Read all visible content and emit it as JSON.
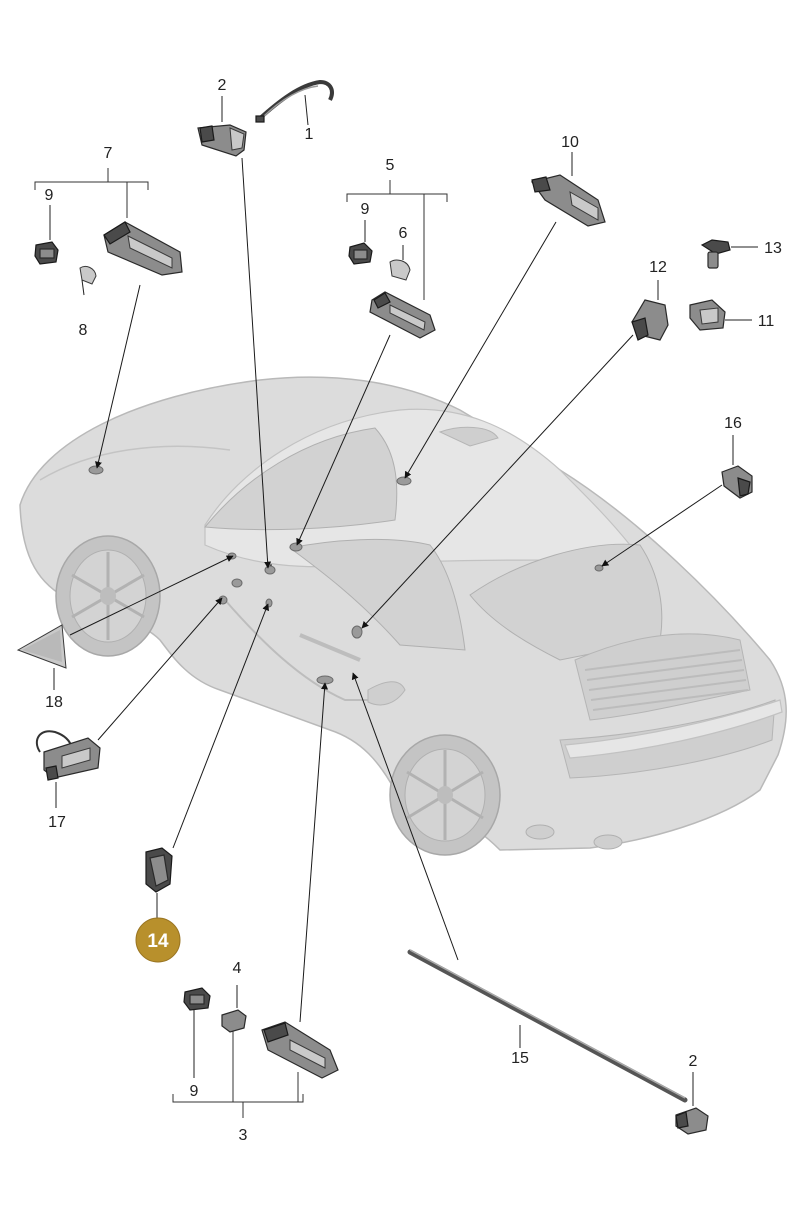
{
  "diagram": {
    "highlight_color": "#b8902c",
    "labels": {
      "l1": "1",
      "l2_top": "2",
      "l3": "3",
      "l4": "4",
      "l5": "5",
      "l6": "6",
      "l7": "7",
      "l8": "8",
      "l9_left": "9",
      "l9_mid": "9",
      "l9_bottom": "9",
      "l10": "10",
      "l11": "11",
      "l12": "12",
      "l13": "13",
      "l14": "14",
      "l15": "15",
      "l16": "16",
      "l17": "17",
      "l18": "18",
      "l2_bottom": "2"
    }
  }
}
